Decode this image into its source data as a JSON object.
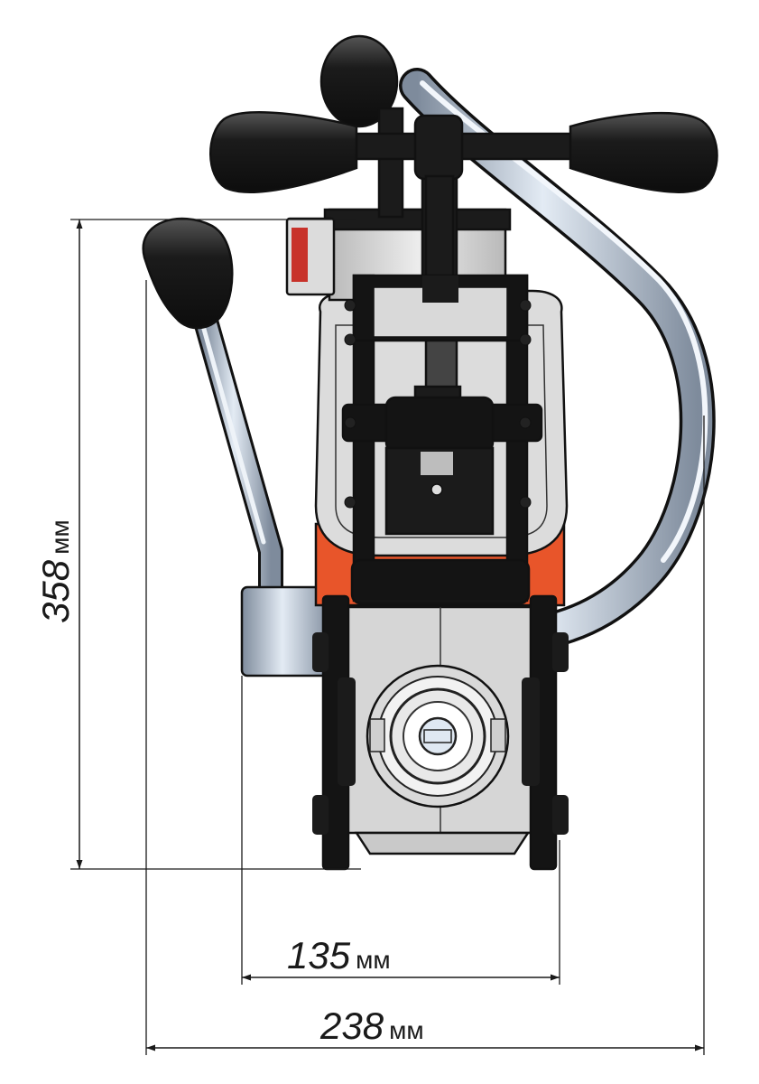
{
  "dimensions": {
    "height": {
      "value": "358",
      "unit": "мм"
    },
    "inner_width": {
      "value": "135",
      "unit": "мм"
    },
    "outer_width": {
      "value": "238",
      "unit": "мм"
    }
  },
  "colors": {
    "accent_orange": "#e8552a",
    "handle_black": "#1b1b1b",
    "tube_steel": "#a9b6c6",
    "body_grey": "#d4d4d4",
    "line": "#1a1a1a"
  }
}
